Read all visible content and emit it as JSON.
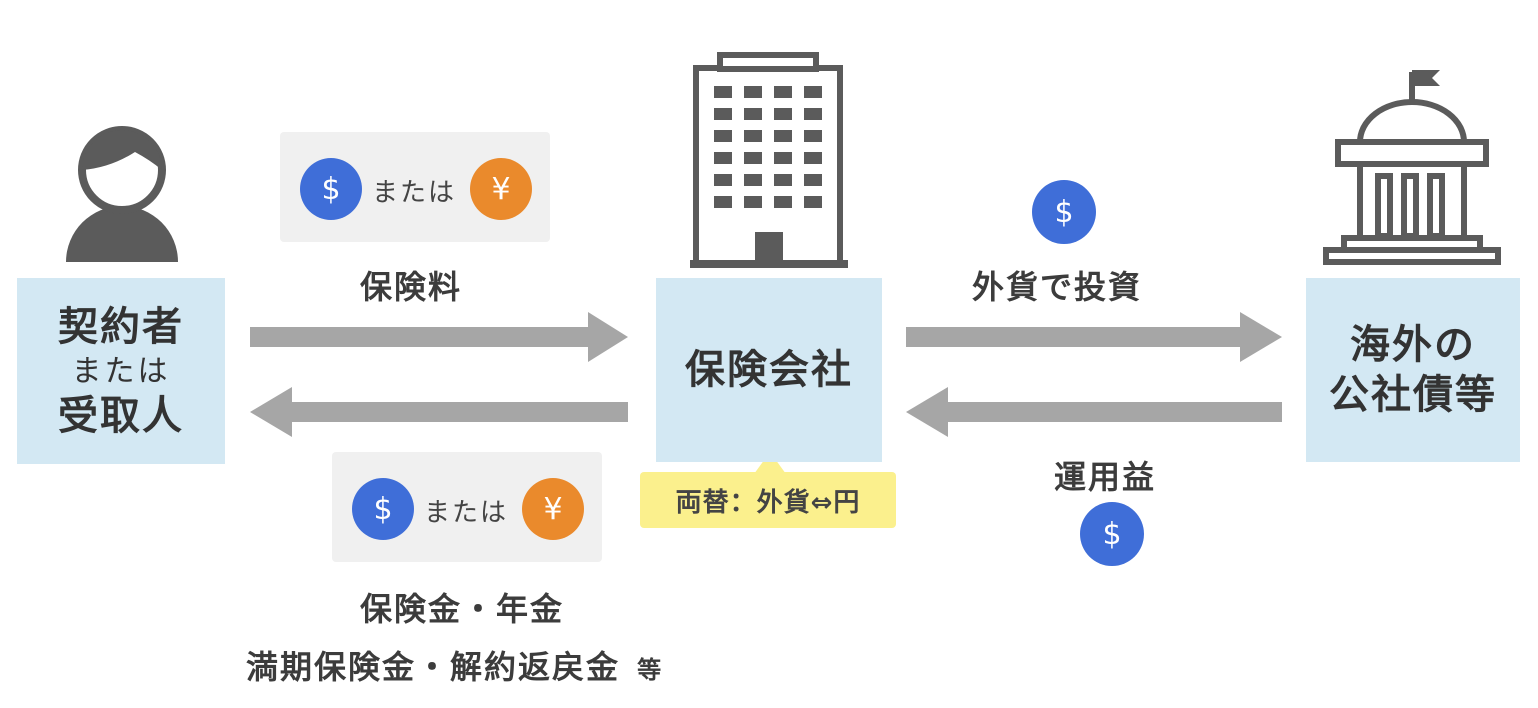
{
  "colors": {
    "box_bg": "#d3e8f3",
    "arrow": "#a6a6a6",
    "dollar_coin": "#3f6ed8",
    "yen_coin": "#ea8a2c",
    "note_bg": "#fbf08d",
    "pay_bg": "#f0f0f0"
  },
  "icons": {
    "person": "person-icon",
    "building": "office-building-icon",
    "government": "government-building-icon"
  },
  "coins": {
    "dollar_symbol": "$",
    "yen_symbol": "¥"
  },
  "contractor": {
    "line1": "契約者",
    "line2": "または",
    "line3": "受取人"
  },
  "insurer": {
    "name": "保険会社",
    "exchange_note": "両替：外貨⇔円"
  },
  "bonds": {
    "line1": "海外の",
    "line2": "公社債等"
  },
  "flows": {
    "premium": {
      "label": "保険料",
      "or_text": "または"
    },
    "payout": {
      "or_text": "または",
      "line1": "保険金・年金",
      "line2": "満期保険金・解約返戻金",
      "suffix": "等"
    },
    "invest": {
      "label": "外貨で投資"
    },
    "returns": {
      "label": "運用益"
    }
  }
}
